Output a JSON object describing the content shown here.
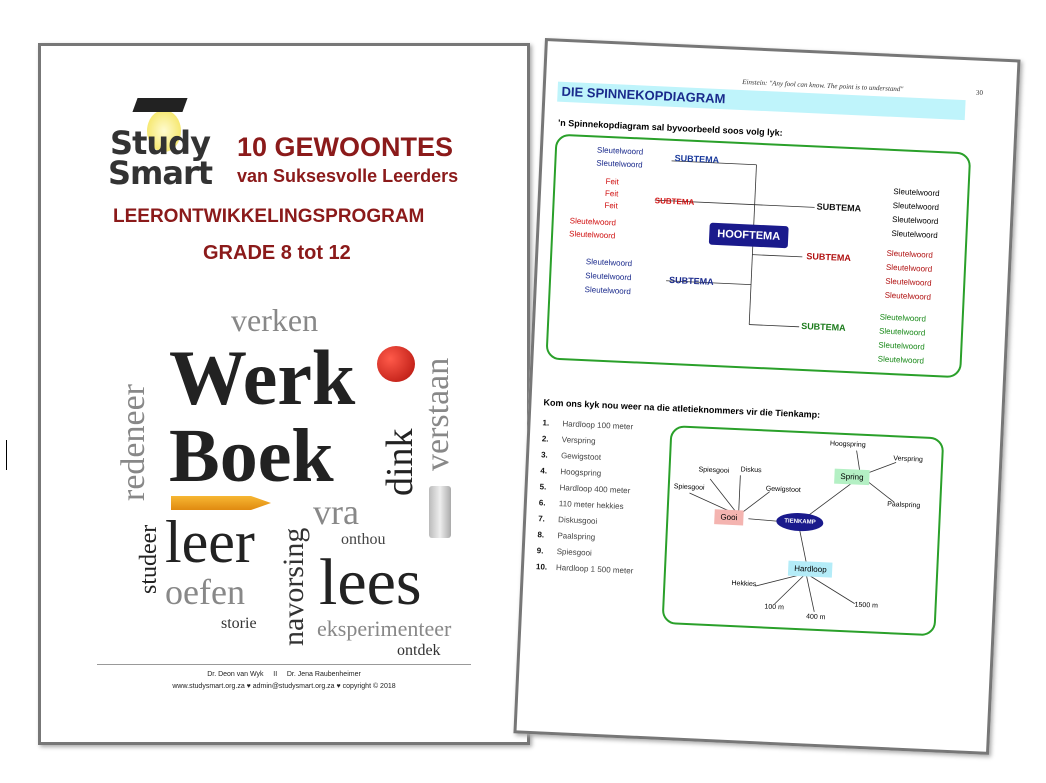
{
  "cover": {
    "logo_text": "Study Smart",
    "title": "10 GEWOONTES",
    "subtitle": "van Suksesvolle Leerders",
    "program": "LEERONTWIKKELINGSPROGRAM",
    "grades": "GRADE 8 tot 12",
    "words": {
      "verken": "verken",
      "werk": "Werk",
      "boek": "Boek",
      "redeneer": "redeneer",
      "verstaan": "verstaan",
      "dink": "dink",
      "vra": "vra",
      "onthou": "onthou",
      "studeer": "studeer",
      "leer": "leer",
      "lees": "lees",
      "navorsing": "navorsing",
      "oefen": "oefen",
      "storie": "storie",
      "eksperimenteer": "eksperimenteer",
      "ontdek": "ontdek"
    },
    "authors": "Dr. Deon van Wyk     II     Dr. Jena Raubenheimer",
    "contact": "www.studysmart.org.za  ♥  admin@studysmart.org.za  ♥  copyright © 2018"
  },
  "page": {
    "quote": "Einstein:  \"Any fool can know. The point is to understand\"",
    "page_number": "30",
    "heading": "DIE SPINNEKOPDIAGRAM",
    "intro": "'n Spinnekopdiagram sal byvoorbeeld soos volg lyk:",
    "spider": {
      "center": "HOOFTEMA",
      "subtema": "SUBTEMA",
      "keyword": "Sleutelwoord",
      "feit": "Feit"
    },
    "section2": "Kom ons kyk nou weer na die atletieknommers vir die Tienkamp:",
    "events": [
      "Hardloop 100 meter",
      "Verspring",
      "Gewigstoot",
      "Hoogspring",
      "Hardloop 400 meter",
      "110 meter hekkies",
      "Diskusgooi",
      "Paalspring",
      "Spiesgooi",
      "Hardloop 1 500 meter"
    ],
    "map": {
      "center": "TIENKAMP",
      "gooi": "Gooi",
      "spring": "Spring",
      "hardloop": "Hardloop",
      "gooi_items": [
        "Spiesgooi",
        "Diskus",
        "Spiesgooi",
        "Gewigstoot"
      ],
      "spring_items": [
        "Hoogspring",
        "Verspring",
        "Paalspring"
      ],
      "hardloop_items": [
        "Hekkies",
        "100 m",
        "400 m",
        "1500 m"
      ]
    }
  },
  "colors": {
    "title_red": "#8b1a1a",
    "heading_blue": "#1a2a8c",
    "green": "#2aa02a",
    "band": "#bff4fb"
  }
}
